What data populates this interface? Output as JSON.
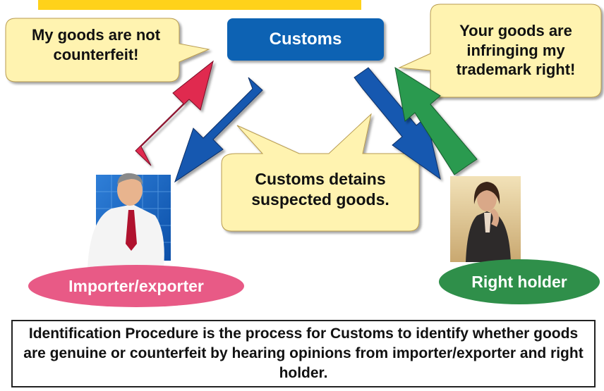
{
  "customs": {
    "label": "Customs"
  },
  "importer_bubble": {
    "text": "My goods are not counterfeit!"
  },
  "right_holder_bubble": {
    "text": "Your goods are infringing my trademark right!"
  },
  "customs_bubble": {
    "text": "Customs detains suspected goods."
  },
  "importer": {
    "label": "Importer/exporter"
  },
  "right_holder": {
    "label": "Right holder"
  },
  "caption": {
    "text": "Identification Procedure is the process for Customs to identify whether goods are genuine or counterfeit by hearing opinions from importer/exporter and right holder."
  },
  "colors": {
    "customs_box": "#0a62b3",
    "bubble_fill": "#fff3b0",
    "top_bar": "#ffd21a",
    "arrow_red": "#e0294f",
    "arrow_blue": "#1458b0",
    "arrow_green": "#2c9a50",
    "importer_ellipse": "#e85a86",
    "holder_ellipse": "#2f8f4a"
  }
}
